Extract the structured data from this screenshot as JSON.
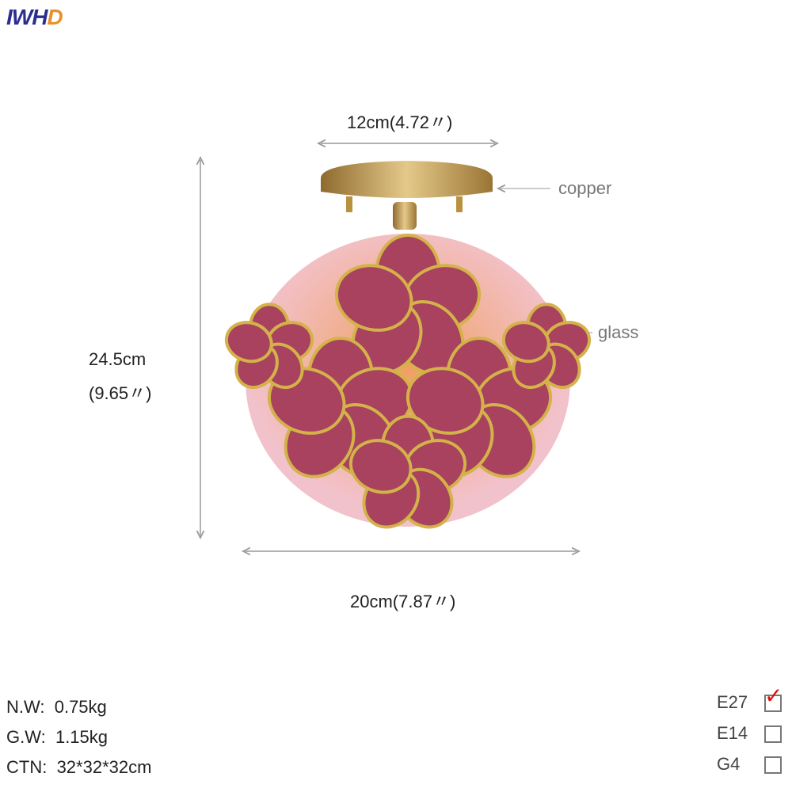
{
  "brand": {
    "logo_text": "IWHD"
  },
  "dimensions": {
    "top_width": "12cm(4.72〃)",
    "height_cm": "24.5cm",
    "height_in": "(9.65〃)",
    "bottom_width": "20cm(7.87〃)"
  },
  "callouts": {
    "base": "copper",
    "shade": "glass"
  },
  "specs": [
    {
      "label": "N.W:",
      "value": "0.75kg"
    },
    {
      "label": "G.W:",
      "value": "1.15kg"
    },
    {
      "label": "CTN:",
      "value": "32*32*32cm"
    }
  ],
  "options": [
    {
      "label": "E27",
      "checked": true
    },
    {
      "label": "E14",
      "checked": false
    },
    {
      "label": "G4",
      "checked": false
    }
  ],
  "colors": {
    "petal": "#a8425e",
    "frame": "#d4b24a",
    "copper": "#c9a45a",
    "check": "#e01010"
  }
}
